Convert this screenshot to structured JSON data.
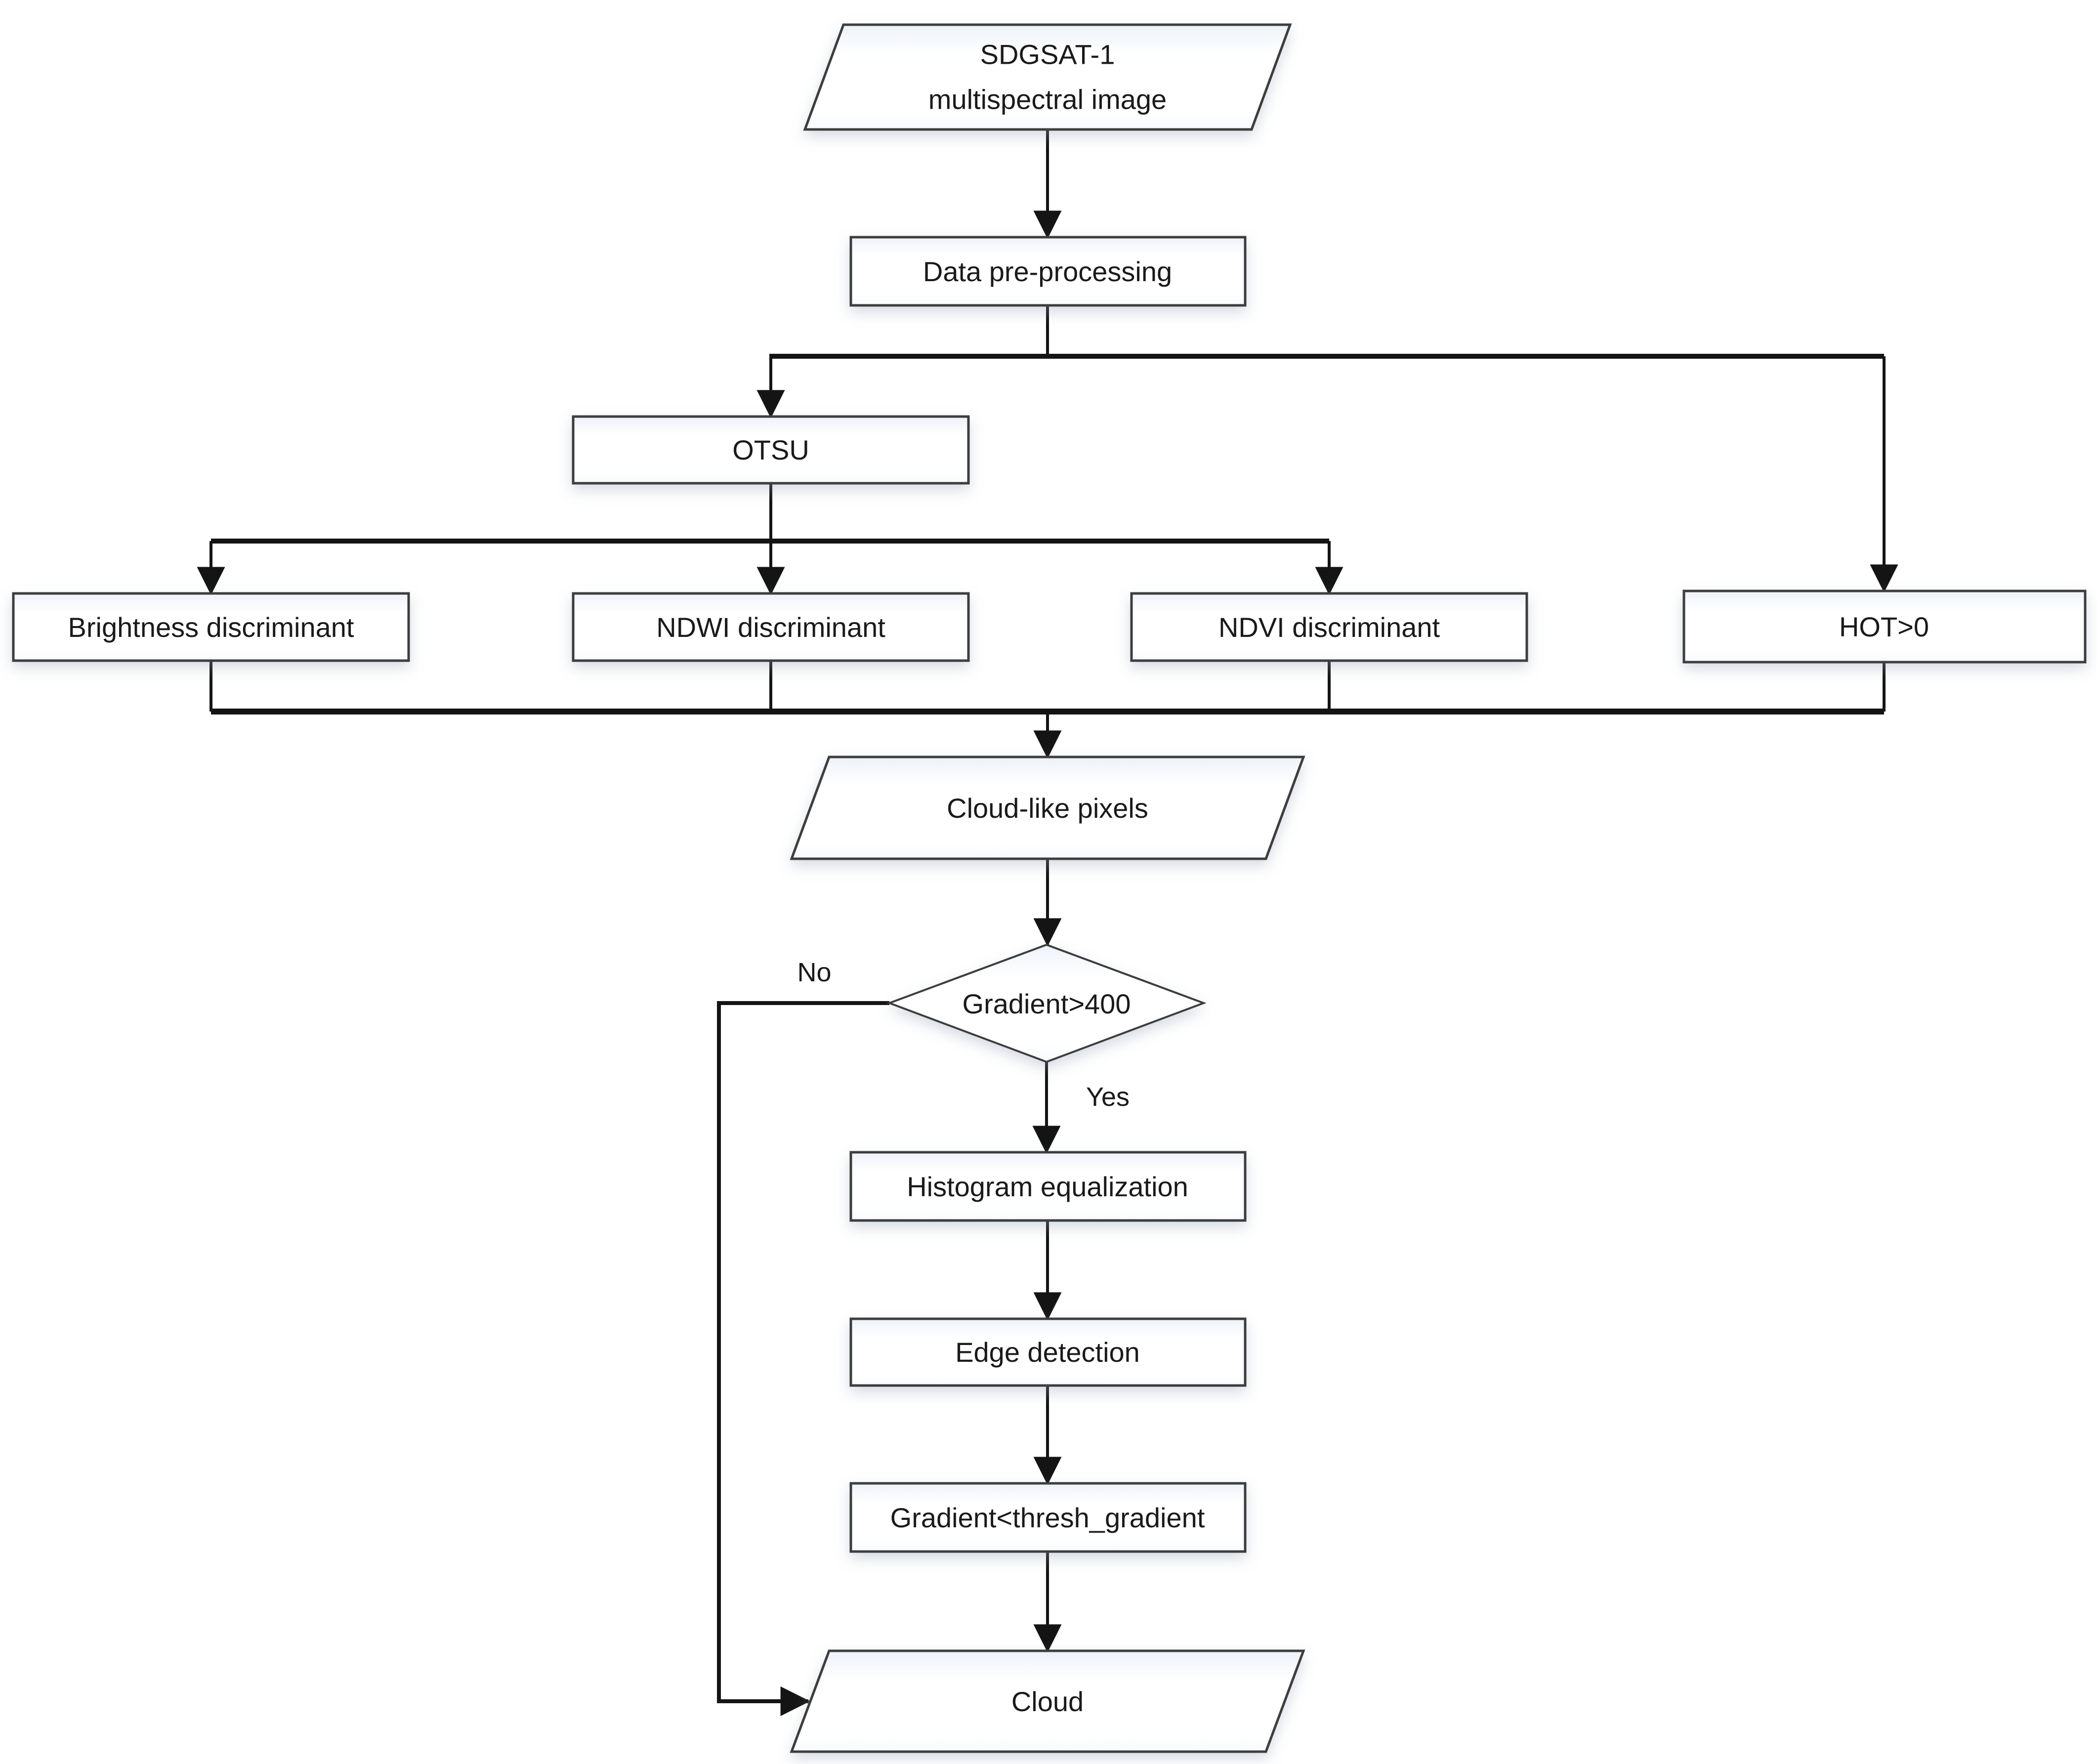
{
  "colors": {
    "line": "#141414",
    "node_border": "#3d3d3d",
    "node_fill_top": "#eef3fa",
    "node_fill_bottom": "#fbfcfe",
    "text": "#1a1a1a",
    "background": "#ffffff"
  },
  "nodes": {
    "input": {
      "shape": "parallelogram",
      "line1": "SDGSAT-1",
      "line2": "multispectral image"
    },
    "preprocess": {
      "shape": "rect",
      "label": "Data pre-processing"
    },
    "otsu": {
      "shape": "rect",
      "label": "OTSU"
    },
    "brightness": {
      "shape": "rect",
      "label": "Brightness discriminant"
    },
    "ndwi": {
      "shape": "rect",
      "label": "NDWI discriminant"
    },
    "ndvi": {
      "shape": "rect",
      "label": "NDVI discriminant"
    },
    "hot": {
      "shape": "rect",
      "label": "HOT>0"
    },
    "cloudlike": {
      "shape": "parallelogram",
      "label": "Cloud-like pixels"
    },
    "decision": {
      "shape": "diamond",
      "label": "Gradient>400"
    },
    "histeq": {
      "shape": "rect",
      "label": "Histogram equalization"
    },
    "edge_detection": {
      "shape": "rect",
      "label": "Edge detection"
    },
    "gradthresh": {
      "shape": "rect",
      "label": "Gradient<thresh_gradient"
    },
    "cloud": {
      "shape": "parallelogram",
      "label": "Cloud"
    }
  },
  "edge_labels": {
    "no": "No",
    "yes": "Yes"
  },
  "edges": [
    {
      "from": "input",
      "to": "preprocess"
    },
    {
      "from": "preprocess",
      "to": "otsu"
    },
    {
      "from": "preprocess",
      "to": "hot"
    },
    {
      "from": "otsu",
      "to": "brightness"
    },
    {
      "from": "otsu",
      "to": "ndwi"
    },
    {
      "from": "otsu",
      "to": "ndvi"
    },
    {
      "from": "brightness",
      "to": "cloudlike"
    },
    {
      "from": "ndwi",
      "to": "cloudlike"
    },
    {
      "from": "ndvi",
      "to": "cloudlike"
    },
    {
      "from": "hot",
      "to": "cloudlike"
    },
    {
      "from": "cloudlike",
      "to": "decision"
    },
    {
      "from": "decision",
      "to": "histeq",
      "label": "Yes"
    },
    {
      "from": "decision",
      "to": "cloud",
      "label": "No"
    },
    {
      "from": "histeq",
      "to": "edge_detection"
    },
    {
      "from": "edge_detection",
      "to": "gradthresh"
    },
    {
      "from": "gradthresh",
      "to": "cloud"
    }
  ]
}
